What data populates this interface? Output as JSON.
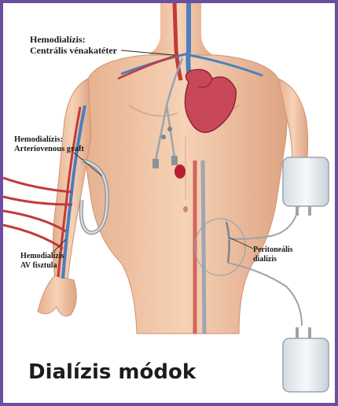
{
  "labels": {
    "cvc_line1": "Hemodialízis:",
    "cvc_line2": "Centrális vénakatéter",
    "graft_line1": "Hemodialízis:",
    "graft_line2": "Arteriovenous graft",
    "fistula_line1": "Hemodialízis",
    "fistula_line2": "AV fisztula",
    "peritoneal_line1": "Peritoneális",
    "peritoneal_line2": "dialízis"
  },
  "caption": "Dialízis módok",
  "colors": {
    "frame": "#6a4fa0",
    "skin": "#f2c7a6",
    "skin_shadow": "#d89b7a",
    "heart": "#c8485a",
    "vein": "#4a7fc0",
    "artery": "#c23a3a",
    "bag": "#e9eef2"
  }
}
